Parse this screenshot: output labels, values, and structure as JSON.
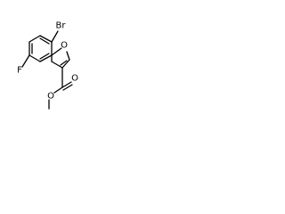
{
  "molecule": {
    "atoms": {
      "bromine": "Br",
      "fluorine": "F",
      "furan_oxygen": "O",
      "carbonyl_oxygen": "O",
      "ester_oxygen": "O"
    },
    "colors": {
      "bond": "#000000",
      "label": "#000000",
      "background": "#ffffff"
    }
  }
}
